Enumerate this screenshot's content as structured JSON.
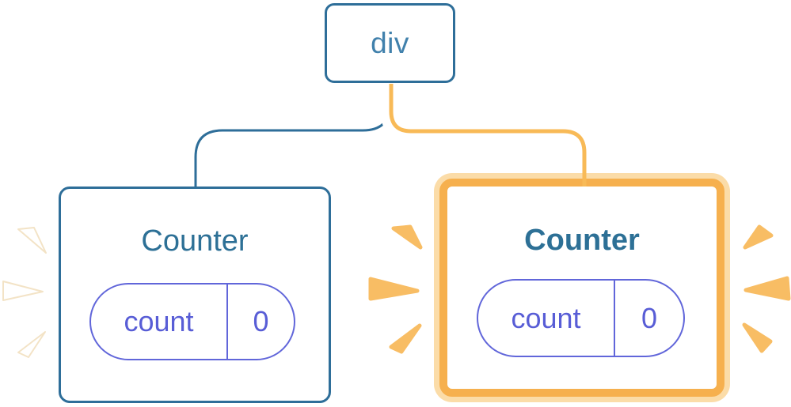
{
  "tree": {
    "root": {
      "label": "div"
    },
    "children": [
      {
        "title": "Counter",
        "state_key": "count",
        "state_value": "0",
        "highlighted": false
      },
      {
        "title": "Counter",
        "state_key": "count",
        "state_value": "0",
        "highlighted": true
      }
    ]
  },
  "colors": {
    "node_border_blue": "#2e6e99",
    "root_label_blue": "#4181ac",
    "counter_title_teal": "#2d7096",
    "state_purple": "#6166da",
    "state_text_purple": "#585dd6",
    "highlight_orange": "#f8ba57",
    "highlight_orange_light": "#fbdca8",
    "highlight_border_deep": "#f6b04e",
    "burst_orange": "#f8bd64",
    "burst_white": "#ffffff"
  }
}
